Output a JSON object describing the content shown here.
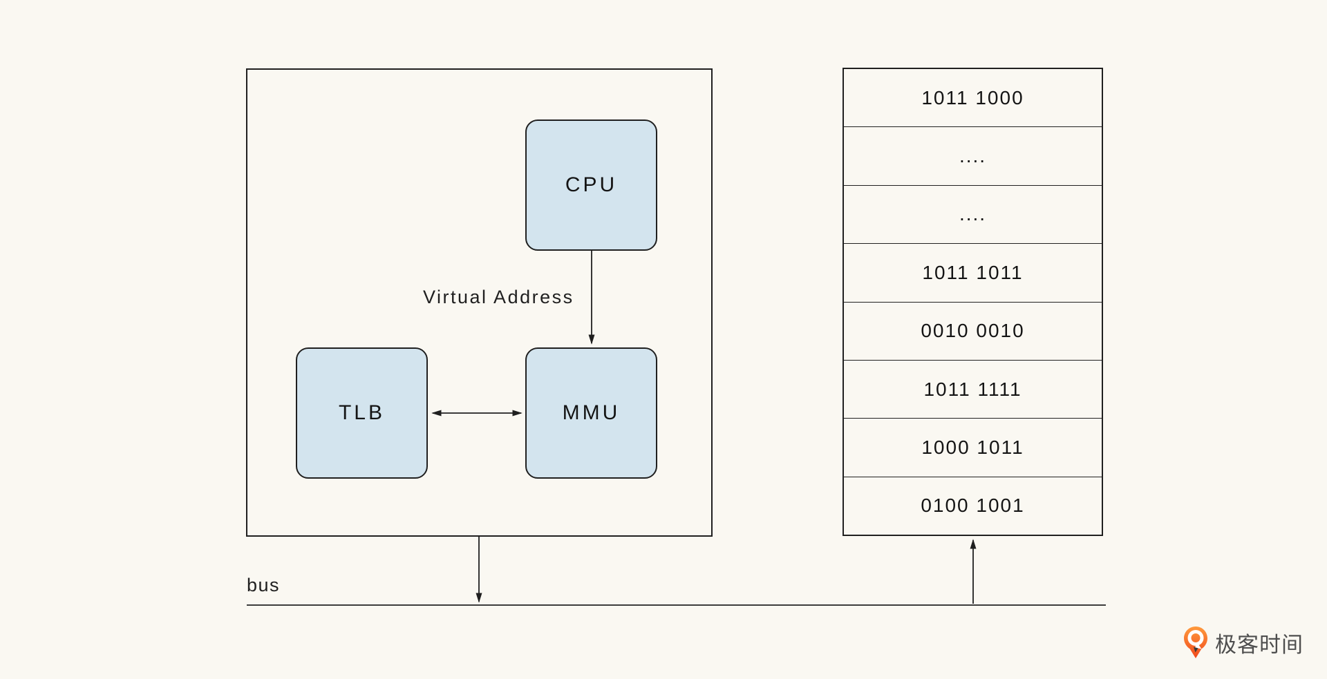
{
  "diagram": {
    "blocks": [
      {
        "id": "cpu",
        "label": "CPU"
      },
      {
        "id": "tlb",
        "label": "TLB"
      },
      {
        "id": "mmu",
        "label": "MMU"
      }
    ],
    "virtual_address_label": "Virtual Address",
    "bus_label": "bus",
    "connections": [
      "cpu-to-mmu (down arrow, labelled Virtual Address)",
      "tlb-to-mmu (double-headed arrow)",
      "chip-box-to-bus (down arrow)",
      "bus-to-memory-table (up arrow)"
    ]
  },
  "memory_table": {
    "rows": [
      "1011 1000",
      "....",
      "....",
      "1011 1011",
      "0010 0010",
      "1011 1111",
      "1000 1011",
      "0100 1001"
    ]
  },
  "logo": {
    "text": "极客时间"
  },
  "colors": {
    "background": "#faf8f2",
    "block_fill": "#d3e4ee",
    "line": "#1f1f1f",
    "bus_line": "#3c3c3c",
    "logo_orange_top": "#ff9a3d",
    "logo_orange_bottom": "#f0481c",
    "logo_text": "#4e4e4e"
  }
}
